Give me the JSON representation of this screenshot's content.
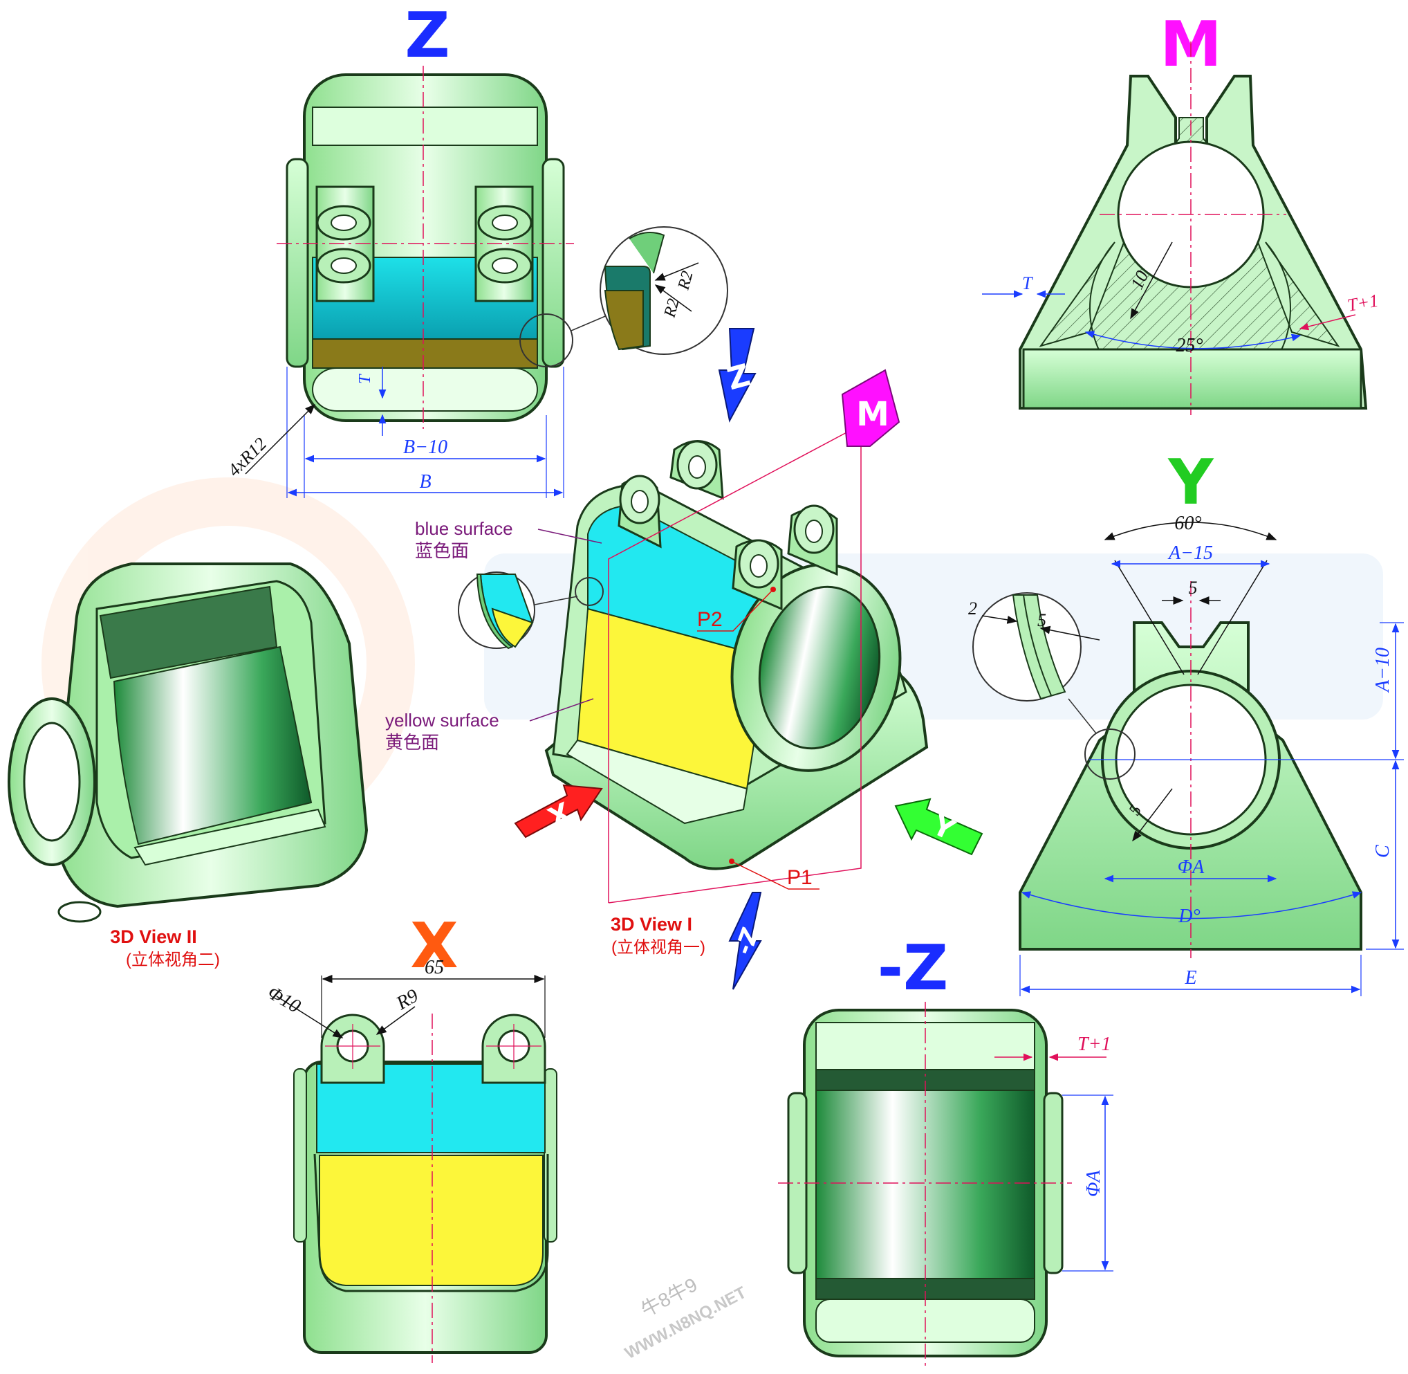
{
  "view_titles": {
    "z": "Z",
    "m": "M",
    "y": "Y",
    "x": "X",
    "neg_z": "-Z"
  },
  "arrow_labels": {
    "z_top": "Z",
    "neg_z": "-Z",
    "x": "X",
    "y": "Y",
    "m": "M"
  },
  "view_captions": {
    "view1": "3D View I",
    "view1_cn": "(立体视角一)",
    "view2": "3D View II",
    "view2_cn": "(立体视角二)"
  },
  "callouts": {
    "blue_en": "blue surface",
    "blue_cn": "蓝色面",
    "yellow_en": "yellow surface",
    "yellow_cn": "黄色面",
    "p1": "P1",
    "p2": "P2"
  },
  "dimensions": {
    "z_view": {
      "fillet": "4xR12",
      "t": "T",
      "b_minus": "B−10",
      "b": "B",
      "r2a": "R2",
      "r2b": "R2"
    },
    "m_view": {
      "t": "T",
      "t1": "T+1",
      "wall": "10",
      "angle": "25°"
    },
    "y_view": {
      "angle": "60°",
      "a15": "A−15",
      "slot": "5",
      "d2": "2",
      "d5": "5",
      "a10": "A−10",
      "c": "C",
      "dia": "ΦA",
      "thk": "5",
      "d": "D°",
      "e": "E"
    },
    "x_view": {
      "width": "65",
      "hole": "Φ10",
      "radius": "R9"
    },
    "negz_view": {
      "t1": "T+1",
      "dia": "ΦA"
    }
  },
  "watermark": {
    "line1": "牛8牛9",
    "line2": "WWW.N8NQ.NET"
  },
  "colors": {
    "body": "#b8f0b8",
    "body_dark": "#6fcf7a",
    "outline": "#1a3a1a",
    "blue_surface": "#22e8f0",
    "yellow_surface": "#fcf63a",
    "dim_blue": "#1a3cff",
    "dim_red": "#e0105a",
    "title_blue": "#1a2cff",
    "title_magenta": "#ff10ff",
    "title_green": "#22cc22",
    "title_orange": "#ff5a10",
    "arrow_red": "#ff2020",
    "arrow_green": "#33ff33",
    "caption_red": "#e01010",
    "callout_purple": "#7a1a7a"
  }
}
